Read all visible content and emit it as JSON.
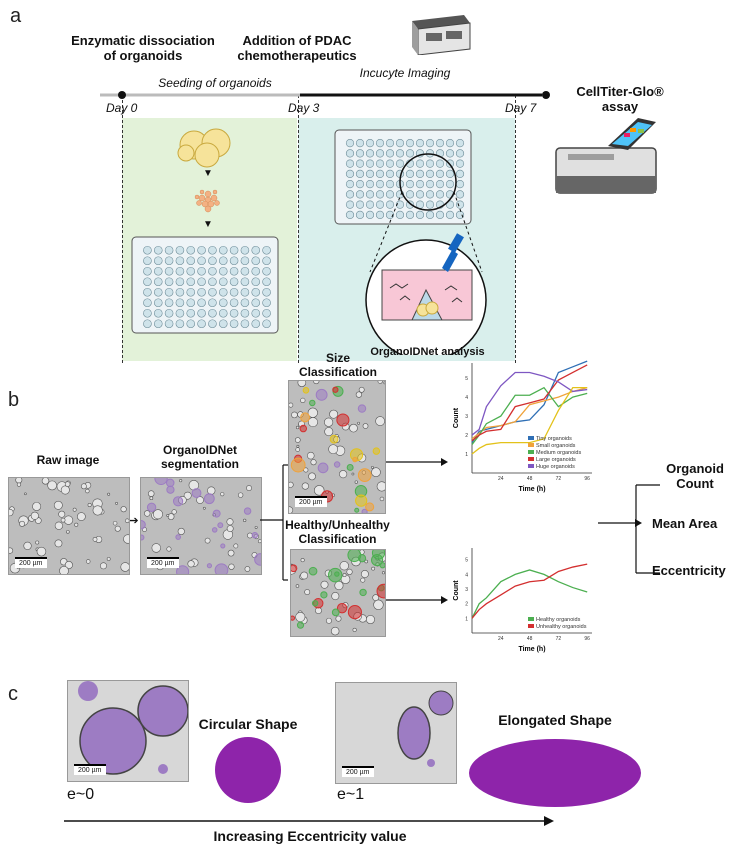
{
  "panel_labels": {
    "a": "a",
    "b": "b",
    "c": "c"
  },
  "timeline": {
    "header_1": "Enzymatic dissociation of organoids",
    "header_2": "Addition of PDAC chemotherapeutics",
    "phase_1": "Seeding of organoids",
    "phase_2": "Incucyte Imaging",
    "day0": "Day 0",
    "day3": "Day 3",
    "day7": "Day 7",
    "assay": "CellTiter-Glo® assay",
    "analysis": "OrganoIDNet analysis"
  },
  "pipeline": {
    "raw": "Raw image",
    "seg": "OrganoIDNet segmentation",
    "size": "Size Classification",
    "health": "Healthy/Unhealthy Classification",
    "scale": "200 µm",
    "outputs": [
      "Organoid Count",
      "Mean Area",
      "Eccentricity"
    ]
  },
  "chart_data": [
    {
      "type": "line",
      "xlabel": "Time (h)",
      "ylabel": "Count",
      "x": [
        0,
        6,
        12,
        24,
        36,
        48,
        60,
        72,
        84,
        96
      ],
      "xticks": [
        24,
        48,
        72,
        96
      ],
      "yticks": [
        1,
        2,
        3,
        4,
        5
      ],
      "ylim": [
        0,
        5.8
      ],
      "xlim": [
        0,
        100
      ],
      "legend_position": "bottom-right",
      "series": [
        {
          "name": "Tiny organoids",
          "color": "#2f6fb5",
          "values": [
            1.6,
            2.2,
            2.3,
            2.5,
            2.7,
            2.8,
            3.6,
            5.3,
            5.6,
            5.9
          ]
        },
        {
          "name": "Small organoids",
          "color": "#f0a23a",
          "values": [
            1.8,
            2.1,
            2.4,
            2.5,
            2.7,
            3.6,
            3.8,
            4.0,
            4.3,
            4.5
          ]
        },
        {
          "name": "Medium organoids",
          "color": "#4caf50",
          "values": [
            1.5,
            2.0,
            2.6,
            3.0,
            4.1,
            4.1,
            4.5,
            3.5,
            4.0,
            4.2
          ]
        },
        {
          "name": "Large organoids",
          "color": "#d32f2f",
          "values": [
            1.7,
            2.0,
            2.2,
            2.3,
            3.5,
            3.7,
            3.9,
            4.9,
            5.3,
            5.7
          ]
        },
        {
          "name": "Huge organoids",
          "color": "#7e57c2",
          "values": [
            2.0,
            2.3,
            3.5,
            4.6,
            5.3,
            5.3,
            5.1,
            4.8,
            4.3,
            4.4
          ]
        },
        {
          "name": "",
          "color": "#e3c21a",
          "values": [
            1.0,
            1.3,
            1.5,
            1.6,
            1.6,
            1.6,
            1.8,
            3.3,
            4.5,
            4.5
          ]
        }
      ]
    },
    {
      "type": "line",
      "xlabel": "Time (h)",
      "ylabel": "Count",
      "x": [
        0,
        6,
        12,
        24,
        36,
        48,
        60,
        72,
        84,
        96
      ],
      "xticks": [
        24,
        48,
        72,
        96
      ],
      "yticks": [
        1,
        2,
        3,
        4,
        5
      ],
      "ylim": [
        0,
        5.8
      ],
      "xlim": [
        0,
        100
      ],
      "legend_position": "bottom-right",
      "series": [
        {
          "name": "Healthy organoids",
          "color": "#4caf50",
          "values": [
            1.0,
            2.0,
            2.4,
            3.5,
            4.0,
            4.3,
            4.0,
            3.5,
            3.1,
            2.8
          ]
        },
        {
          "name": "Unhealthy organoids",
          "color": "#d32f2f",
          "values": [
            1.0,
            1.6,
            2.0,
            2.6,
            3.2,
            3.5,
            3.6,
            4.2,
            4.5,
            4.7
          ]
        }
      ]
    }
  ],
  "shapes": {
    "circ": "Circular Shape",
    "elong": "Elongated Shape",
    "e0": "e~0",
    "e1": "e~1",
    "increasing": "Increasing Eccentricity value",
    "purple": "#7b1fa2"
  }
}
